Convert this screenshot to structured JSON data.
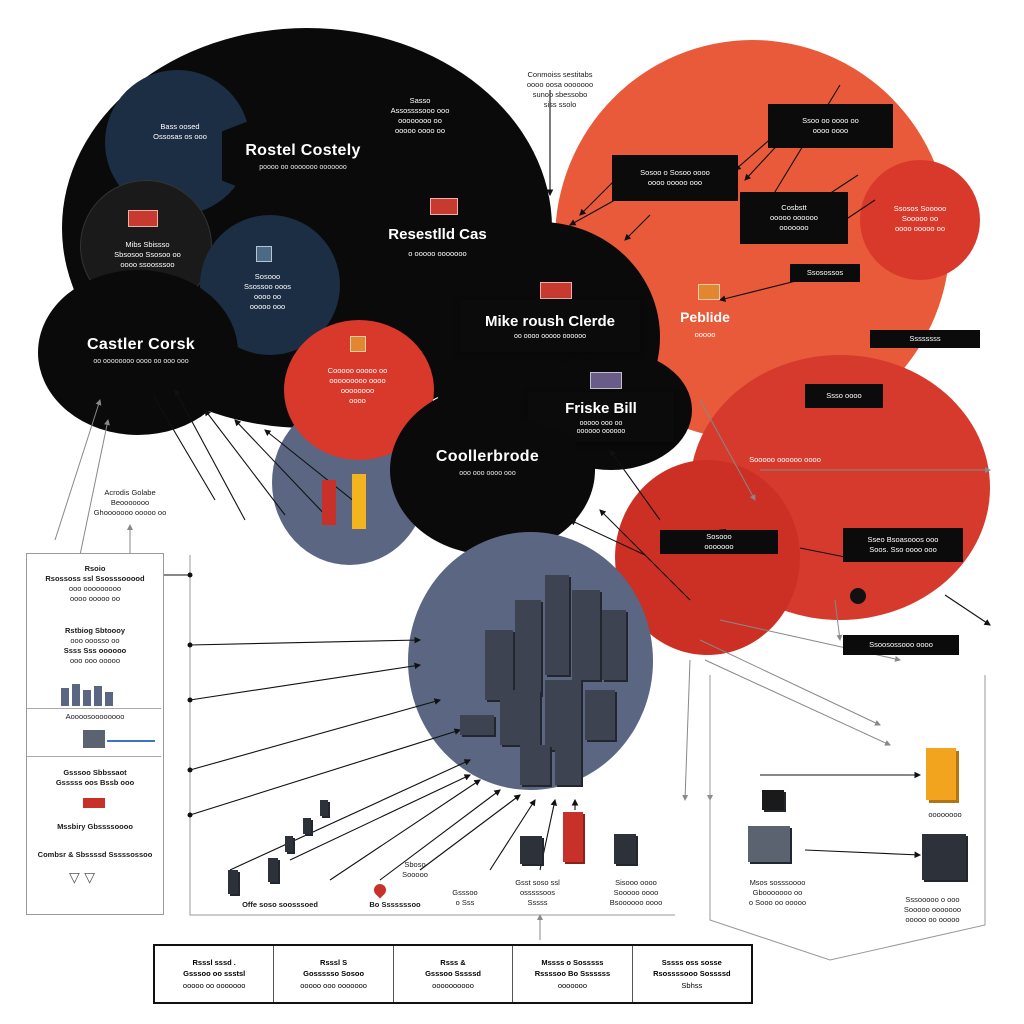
{
  "nodes": {
    "top_label": [
      "Conmoiss sestitabs",
      "oooo oosa ooooooo",
      "sunoo sbessobo",
      "siss ssolo"
    ],
    "rostel": {
      "title": "Rostel Costely",
      "sub": "poooo oo ooooooo ooooooo"
    },
    "respested": {
      "title": "Resestlld Cas",
      "sub": "o ooooo ooooooo"
    },
    "mike": {
      "title": "Mike roush Clerde",
      "sub": "oo oooo ooooo oooooo"
    },
    "caster": {
      "title": "Castler Corsk",
      "sub": "oo oooooooo oooo oo ooo ooo"
    },
    "friske": {
      "title": "Friske Bill",
      "sub": "ooooo ooo oo",
      "sub2": "oooooo oooooo"
    },
    "coollet": {
      "title": "Coollerbrode",
      "sub": "ooo ooo oooo ooo"
    },
    "peblide": {
      "title": "Peblide",
      "sub": "ooooo"
    },
    "blue_small_1": [
      "Bass oosed",
      "Ossosas os ooo"
    ],
    "blue_small_2": [
      "Mibs Sbissso",
      "Sbsosoo Ssosoo oo",
      "oooo ssoosssoo"
    ],
    "blue_small_3": [
      "Sosooo",
      "Ssossoo ooos",
      "oooo oo",
      "ooooo ooo"
    ],
    "red_center": [
      "Cooooo ooooo oo",
      "ooooooooo oooo",
      "oooooooo",
      "oooo"
    ],
    "top_desc": [
      "Sasso",
      "Assossssooo ooo",
      "oooooooo oo",
      "ooooo oooo oo"
    ]
  },
  "tags": {
    "t1": [
      "Ssoo oo oooo oo",
      "oooo oooo"
    ],
    "t2": [
      "Sosoo o Sosoo oooo",
      "oooo ooooo ooo"
    ],
    "t3": [
      "Cosbstt",
      "ooooo oooooo",
      "ooooooo"
    ],
    "t4": [
      "Ssosossos"
    ],
    "t5": [
      "Ssssssss"
    ],
    "t6": [
      "Ssso oooo"
    ],
    "t7": [
      "Sosooo"
    ],
    "t8": [
      "ooooooo"
    ],
    "t9": [
      "Sseo Bsoasooos ooo",
      "Soos. Sso oooo ooo"
    ],
    "t10": [
      "Ssoosossooo oooo"
    ],
    "r_circle": [
      "Ssosos Sooooo",
      "Sooooo oo",
      "oooo ooooo oo"
    ],
    "r_right": [
      "Sooooo oooooo oooo"
    ]
  },
  "left_panel": {
    "header": [
      "Acrodis Golabe",
      "Beooooooo",
      "Ghooooooo ooooo oo"
    ],
    "blocks": [
      [
        "Rsoio",
        "Rsossoss ssl Ssosssooood",
        "ooo ooooooooo",
        "oooo ooooo oo"
      ],
      [
        "Rstbiog Sbtoooy",
        "ooo ooosso oo",
        "Ssss Sss oooooo",
        "ooo ooo ooooo"
      ],
      [
        "Aoooosoooooooo"
      ],
      [
        "Gsssoo Sbbssaot",
        "Gsssss oos Bssb ooo"
      ],
      [
        "Mssbiry Gbssssoooo"
      ],
      [
        "Combsr & Sbssssd Sssssossoo"
      ]
    ]
  },
  "bottom_captions": {
    "c1": "Offe soso soosssoed",
    "c2": [
      "Sboso",
      "Sooooo"
    ],
    "c3": "Bo Sssssssoo",
    "c4": [
      "Gsssoo",
      "o Sss"
    ],
    "c5": [
      "Gsst soso ssl",
      "osssssoos",
      "Sssss"
    ],
    "c6": [
      "Sisooo oooo",
      "Sooooo oooo",
      "Bsoooooo oooo"
    ],
    "c7": [
      "Msos sosssoooo",
      "Gbooooooo oo",
      "o Sooo oo ooooo"
    ],
    "c8": [
      "Sssooooo o ooo",
      "Sooooo ooooooo",
      "ooooo oo ooooo"
    ],
    "c9": "oooooooo"
  },
  "legend": [
    [
      "Rsssl sssd .",
      "Gsssoo oo ssstsl",
      "ooooo oo ooooooo"
    ],
    [
      "Rsssl S",
      "Gossssso Sosoo",
      "ooooo ooo ooooooo"
    ],
    [
      "Rsss &",
      "Gsssoo Sssssd",
      "oooooooooo"
    ],
    [
      "Mssss  o Sosssss",
      "Rssssoo Bo Sssssss",
      "ooooooo"
    ],
    [
      "Sssss oss sosse",
      "Rsossssooo Sossssd",
      "Sbhss"
    ]
  ],
  "colors": {
    "black": "#0b0b0b",
    "red": "#d8392b",
    "orange_red": "#e85a3a",
    "slate": "#5a6682",
    "navy": "#1c2e44",
    "yellow": "#f3b51f"
  }
}
